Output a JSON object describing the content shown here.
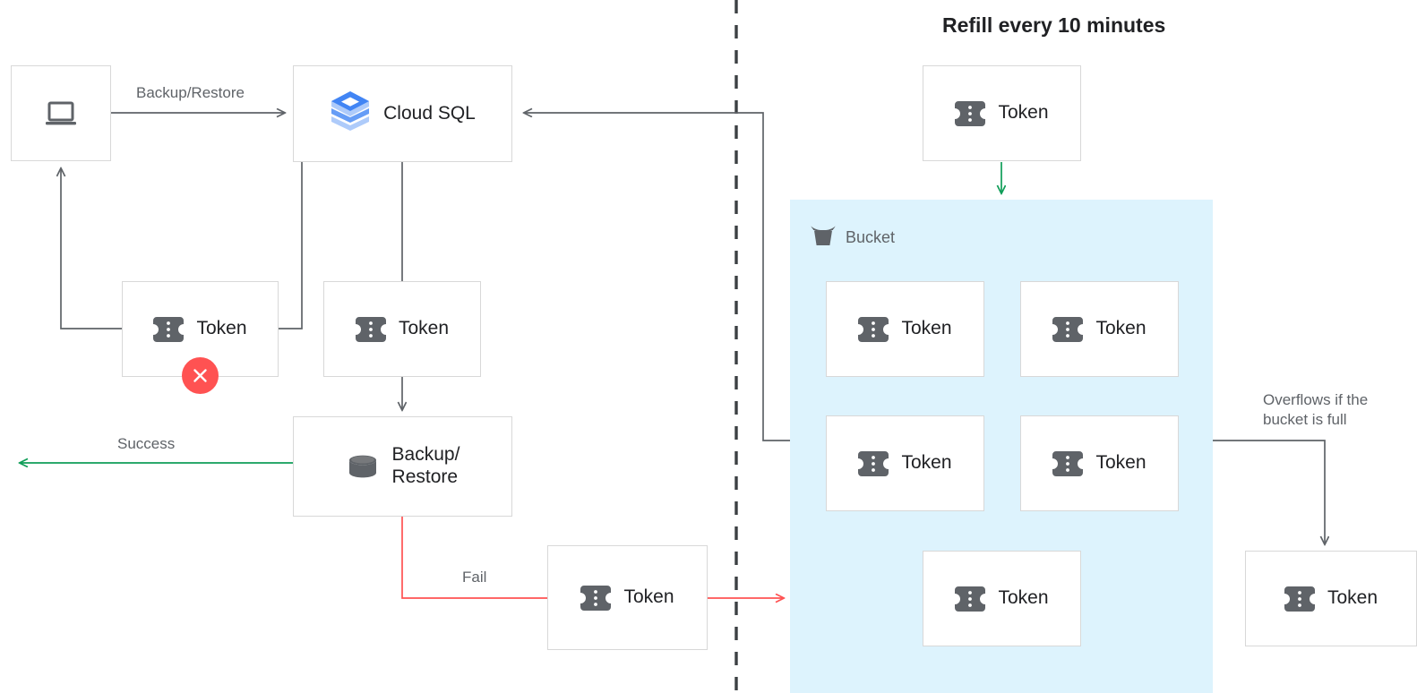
{
  "diagram": {
    "title": "Refill every 10 minutes",
    "colors": {
      "bucket_fill": "#ddf3fd",
      "success_green": "#0f9d58",
      "fail_red": "#ff5252",
      "flow_gray": "#5f6368",
      "cloudsql_blue": "#4285f4",
      "icon_gray": "#5f6368",
      "box_border": "#d8d8d8",
      "text_primary": "#202124",
      "text_secondary": "#5f6368"
    },
    "nodes": {
      "client": {
        "label": "",
        "icon": "laptop-icon"
      },
      "cloud_sql": {
        "label": "Cloud SQL",
        "icon": "cloud-sql-icon"
      },
      "token_left": {
        "label": "Token",
        "icon": "token-icon",
        "badge": "error-x-badge"
      },
      "token_middle": {
        "label": "Token",
        "icon": "token-icon"
      },
      "backup_restore": {
        "label": "Backup/\nRestore",
        "icon": "database-icon"
      },
      "token_fail": {
        "label": "Token",
        "icon": "token-icon"
      },
      "token_refill": {
        "label": "Token",
        "icon": "token-icon"
      },
      "token_overflow": {
        "label": "Token",
        "icon": "token-icon"
      }
    },
    "bucket": {
      "label": "Bucket",
      "icon": "bucket-icon",
      "tokens": [
        {
          "label": "Token",
          "icon": "token-icon"
        },
        {
          "label": "Token",
          "icon": "token-icon"
        },
        {
          "label": "Token",
          "icon": "token-icon"
        },
        {
          "label": "Token",
          "icon": "token-icon"
        },
        {
          "label": "Token",
          "icon": "token-icon"
        }
      ]
    },
    "edges": {
      "backup_restore_label": "Backup/Restore",
      "success_label": "Success",
      "fail_label": "Fail",
      "overflow_label": "Overflows if the\nbucket is full"
    }
  }
}
